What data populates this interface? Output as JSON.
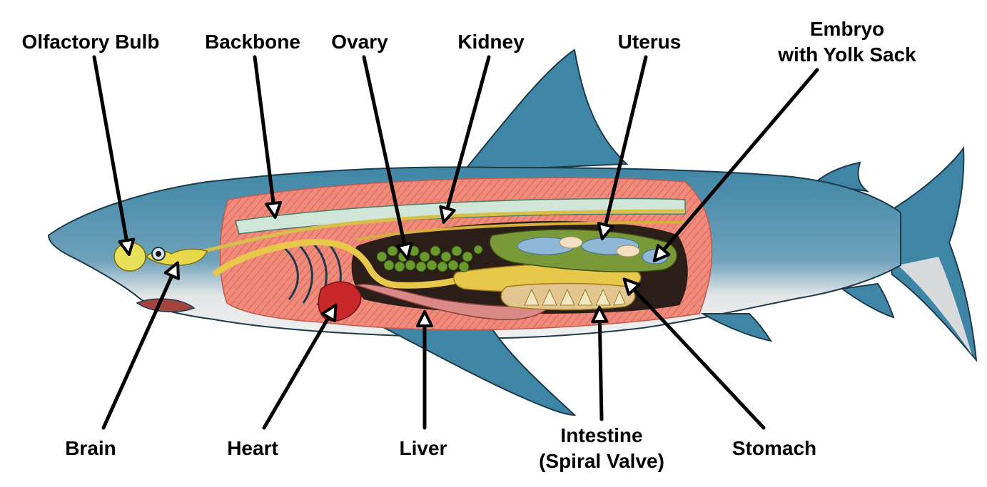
{
  "labels": {
    "olfactory_bulb": "Olfactory Bulb",
    "backbone": "Backbone",
    "ovary": "Ovary",
    "kidney": "Kidney",
    "uterus": "Uterus",
    "embryo_line1": "Embryo",
    "embryo_line2": "with Yolk Sack",
    "brain": "Brain",
    "heart": "Heart",
    "liver": "Liver",
    "intestine_line1": "Intestine",
    "intestine_line2": "(Spiral Valve)",
    "stomach": "Stomach"
  },
  "colors": {
    "body_blue": "#3f86a6",
    "belly_white": "#e6e6e6",
    "muscle_red": "#f08a7a",
    "cavity_dark": "#2b1d18",
    "organ_yellow": "#e8c84a",
    "ovary_green": "#6a9a2e",
    "liver_pink": "#d98a86",
    "heart_red": "#c8282a",
    "uterus_green": "#7a9a3a",
    "embryo_blue": "#8fb7d6",
    "arrow": "#000000"
  }
}
